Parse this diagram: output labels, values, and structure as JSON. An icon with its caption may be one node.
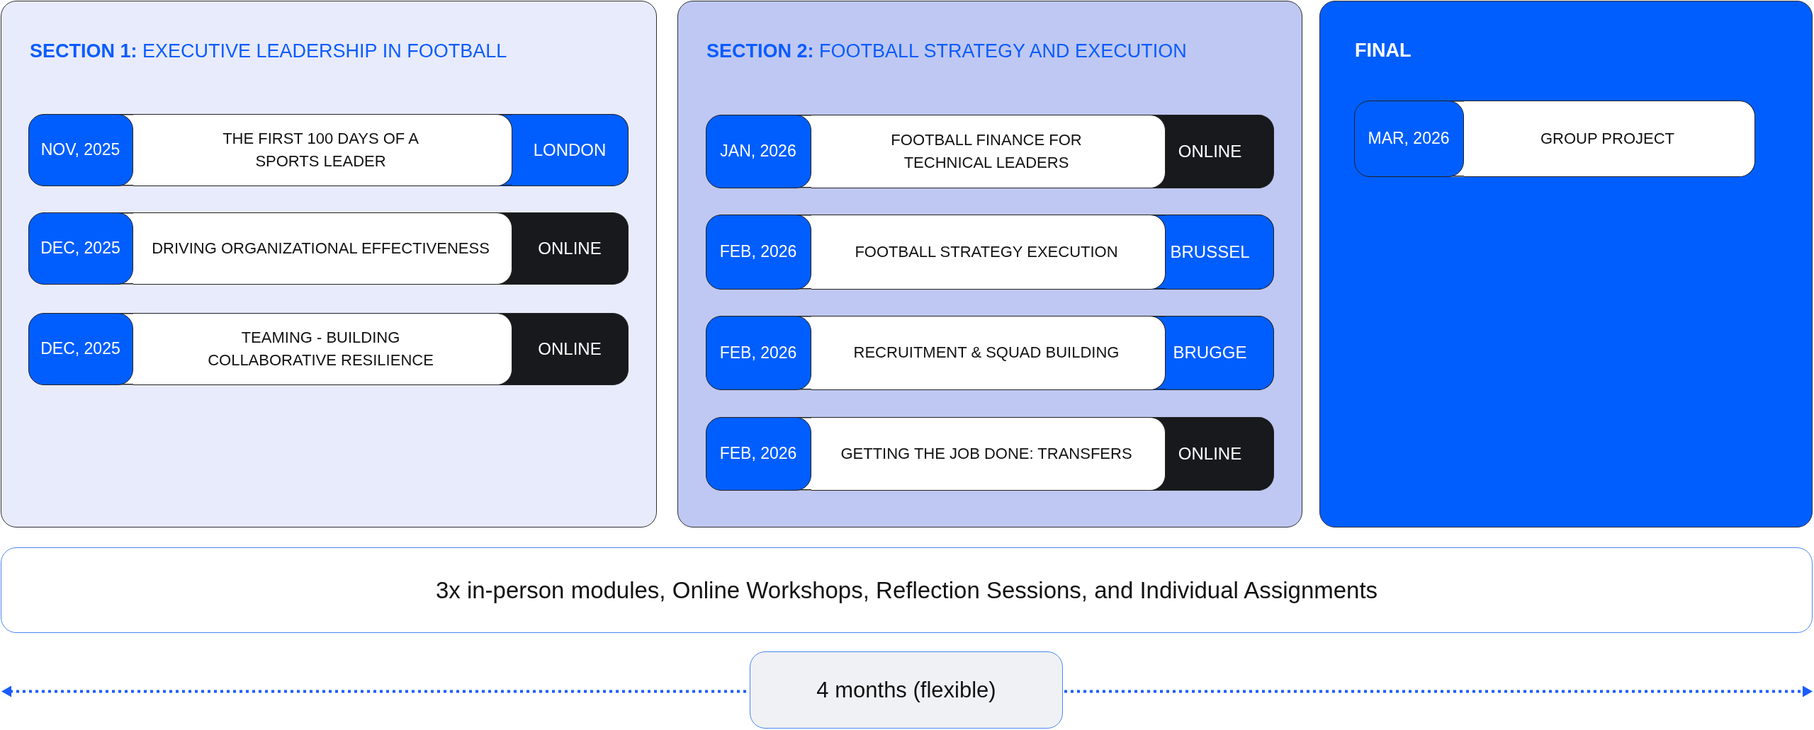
{
  "diagram": {
    "nodes": [
      {
        "text": [
          "**SECTION 1:** EXECUTIVE LEADERSHIP IN FOOTBALL"
        ]
      },
      {
        "text": [
          "NOV, 2025"
        ],
        "in": 0
      },
      {
        "text": [
          "THE FIRST 100 DAYS OF A SPORTS LEADER"
        ],
        "in": 0
      },
      {
        "text": [
          "LONDON"
        ],
        "in": 0
      },
      {
        "text": [
          "DEC, 2025"
        ],
        "in": 0
      },
      {
        "text": [
          "DRIVING ORGANIZATIONAL EFFECTIVENESS"
        ],
        "in": 0
      },
      {
        "text": [
          "ONLINE"
        ],
        "in": 0
      },
      {
        "text": [
          "DEC, 2025"
        ],
        "in": 0
      },
      {
        "text": [
          "TEAMING - BUILDING COLLABORATIVE RESILIENCE"
        ],
        "in": 0
      },
      {
        "text": [
          "ONLINE"
        ],
        "in": 0
      },
      {
        "text": [
          "**SECTION 2:** FOOTBALL STRATEGY AND EXECUTION"
        ]
      },
      {
        "text": [
          "JAN, 2026"
        ],
        "in": 10
      },
      {
        "text": [
          "FOOTBALL FINANCE FOR TECHNICAL LEADERS"
        ],
        "in": 10
      },
      {
        "text": [
          "ONLINE"
        ],
        "in": 10
      },
      {
        "text": [
          "FEB, 2026"
        ],
        "in": 10
      },
      {
        "text": [
          "FOOTBALL STRATEGY EXECUTION"
        ],
        "in": 10
      },
      {
        "text": [
          "BRUSSEL"
        ],
        "in": 10
      },
      {
        "text": [
          "FEB, 2026"
        ],
        "in": 10
      },
      {
        "text": [
          "RECRUITMENT & SQUAD BUILDING"
        ],
        "in": 10
      },
      {
        "text": [
          "BRUGGE"
        ],
        "in": 10
      },
      {
        "text": [
          "FEB, 2026"
        ],
        "in": 10
      },
      {
        "text": [
          "GETTING THE JOB DONE: TRANSFERS"
        ],
        "in": 10
      },
      {
        "text": [
          "ONLINE"
        ],
        "in": 10
      },
      {
        "text": [
          "FINAL"
        ]
      },
      {
        "text": [
          "MAR, 2026"
        ],
        "in": 23
      },
      {
        "text": [
          "GROUP PROJECT"
        ],
        "in": 23
      },
      {
        "text": [
          "3x in-person modules, Online Workshops, Reflection Sessions, and Individual Assignments"
        ]
      },
      {
        "text": [
          "4 months (flexible)"
        ]
      }
    ]
  }
}
